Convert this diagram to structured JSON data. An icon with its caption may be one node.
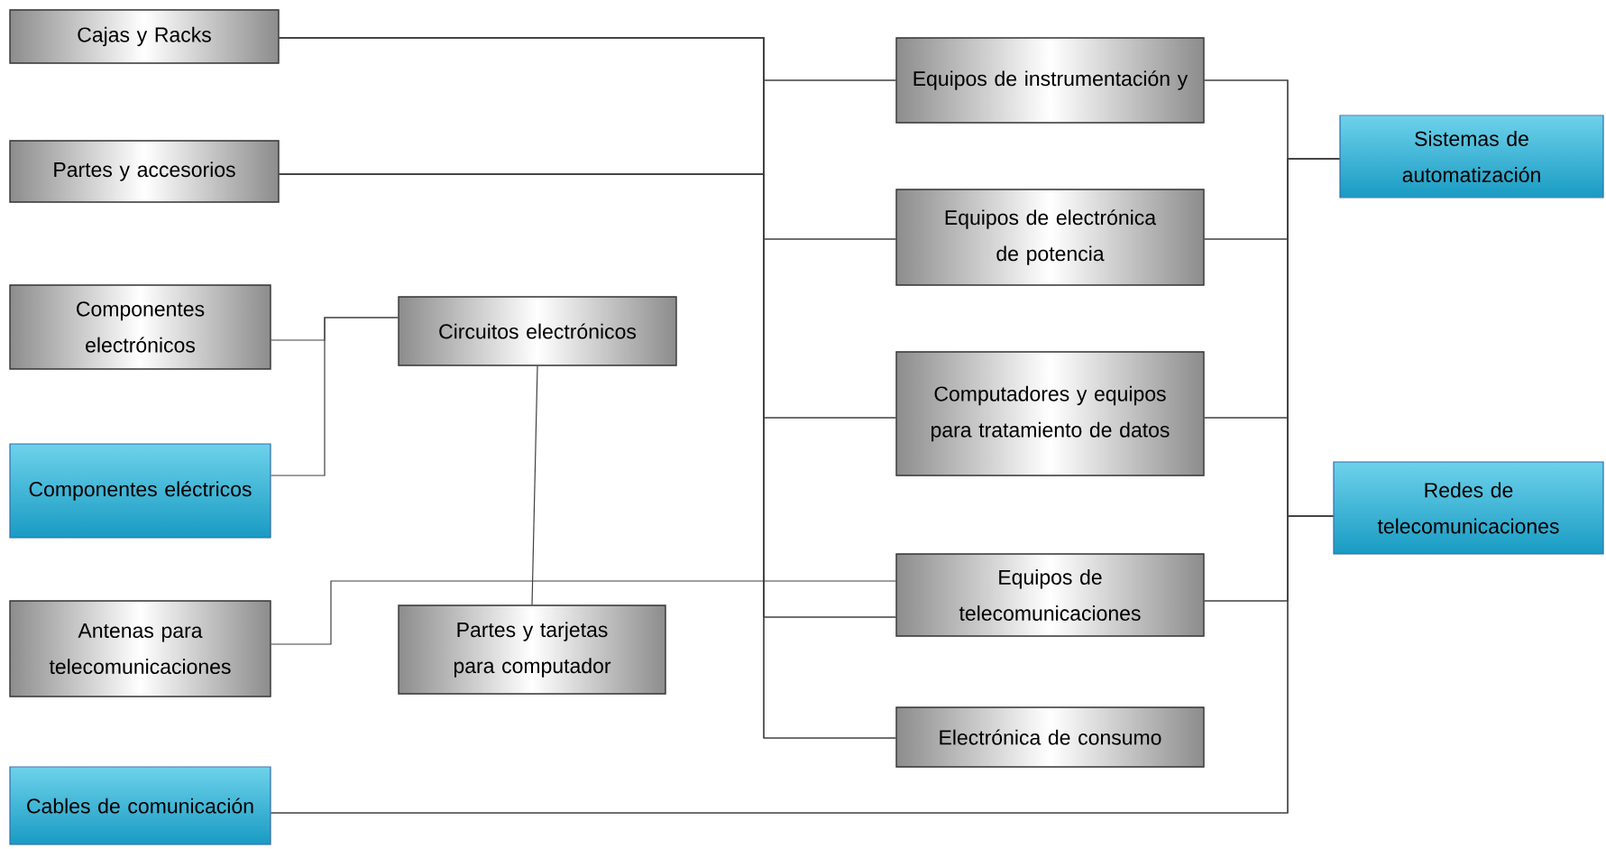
{
  "diagram": {
    "nodes": [
      {
        "text": [
          "Cajas  y Racks"
        ]
      },
      {
        "text": [
          "Partes y accesorios"
        ]
      },
      {
        "text": [
          "Componentes electrónicos"
        ]
      },
      {
        "text": [
          "Componentes eléctricos"
        ]
      },
      {
        "text": [
          "Antenas para telecomunicaciones"
        ]
      },
      {
        "text": [
          "Cables de comunicación"
        ]
      },
      {
        "text": [
          "Circuitos electrónicos"
        ]
      },
      {
        "text": [
          "Partes y tarjetas para computador"
        ]
      },
      {
        "text": [
          "Equipos de instrumentación y"
        ]
      },
      {
        "text": [
          "Equipos de electrónica de potencia"
        ]
      },
      {
        "text": [
          "Computadores y equipos para tratamiento de datos"
        ]
      },
      {
        "text": [
          "Equipos de telecomunicaciones"
        ]
      },
      {
        "text": [
          "Electrónica de consumo"
        ]
      },
      {
        "text": [
          "Sistemas de automatización"
        ]
      },
      {
        "text": [
          "Redes de telecomunicaciones"
        ]
      }
    ],
    "edges": [
      {
        "from": 0,
        "to": 8,
        "arrow": "none"
      },
      {
        "from": 0,
        "to": 9,
        "arrow": "none"
      },
      {
        "from": 0,
        "to": 10,
        "arrow": "none"
      },
      {
        "from": 0,
        "to": 11,
        "arrow": "none"
      },
      {
        "from": 0,
        "to": 12,
        "arrow": "none"
      },
      {
        "from": 1,
        "to": 8,
        "arrow": "none"
      },
      {
        "from": 1,
        "to": 9,
        "arrow": "none"
      },
      {
        "from": 1,
        "to": 10,
        "arrow": "none"
      },
      {
        "from": 1,
        "to": 11,
        "arrow": "none"
      },
      {
        "from": 1,
        "to": 12,
        "arrow": "none"
      },
      {
        "from": 2,
        "to": 6,
        "arrow": "none"
      },
      {
        "from": 3,
        "to": 6,
        "arrow": "none"
      },
      {
        "from": 6,
        "to": 7,
        "arrow": "none"
      },
      {
        "from": 4,
        "to": 11,
        "arrow": "none"
      },
      {
        "from": 8,
        "to": 13,
        "arrow": "none"
      },
      {
        "from": 9,
        "to": 13,
        "arrow": "none"
      },
      {
        "from": 10,
        "to": 13,
        "arrow": "none"
      },
      {
        "from": 11,
        "to": 13,
        "arrow": "none"
      },
      {
        "from": 5,
        "to": 13,
        "arrow": "none"
      },
      {
        "from": 8,
        "to": 14,
        "arrow": "none"
      },
      {
        "from": 9,
        "to": 14,
        "arrow": "none"
      },
      {
        "from": 10,
        "to": 14,
        "arrow": "none"
      },
      {
        "from": 11,
        "to": 14,
        "arrow": "none"
      },
      {
        "from": 5,
        "to": 14,
        "arrow": "none"
      }
    ]
  }
}
